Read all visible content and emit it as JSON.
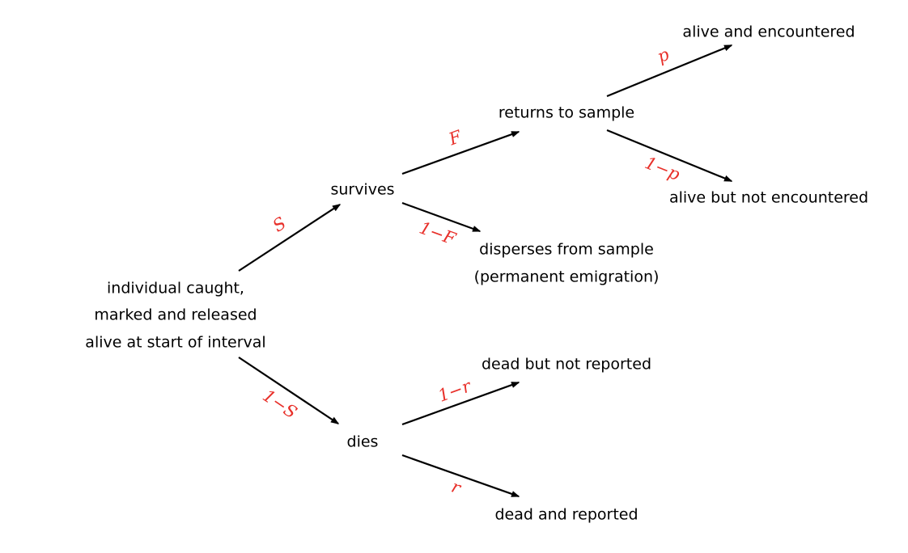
{
  "colors": {
    "label": "#e8302a",
    "arrow": "#000000"
  },
  "nodes": {
    "start": [
      "individual caught,",
      "marked and released",
      "alive at start of interval"
    ],
    "survives": "survives",
    "dies": "dies",
    "returns": "returns to sample",
    "disperses": [
      "disperses from sample",
      "(permanent emigration)"
    ],
    "encountered": "alive and encountered",
    "not_encountered": "alive but not encountered",
    "dead_not_reported": "dead but not reported",
    "dead_reported": "dead and reported"
  },
  "edges": {
    "S": "S",
    "one_minus_S": "1−S",
    "F": "F",
    "one_minus_F": "1−F",
    "p": "p",
    "one_minus_p": "1−p",
    "one_minus_r": "1−r",
    "r": "r"
  }
}
